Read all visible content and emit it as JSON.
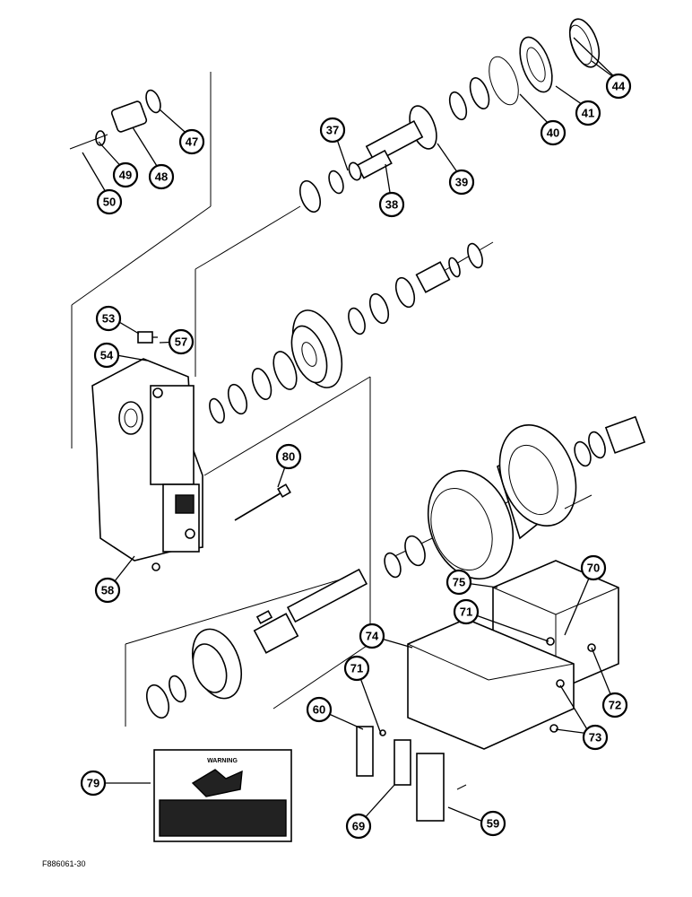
{
  "figure": {
    "code": "F886061-30"
  },
  "callouts": [
    {
      "id": "c44",
      "label": "44"
    },
    {
      "id": "c41",
      "label": "41"
    },
    {
      "id": "c40",
      "label": "40"
    },
    {
      "id": "c47",
      "label": "47"
    },
    {
      "id": "c48",
      "label": "48"
    },
    {
      "id": "c49",
      "label": "49"
    },
    {
      "id": "c50",
      "label": "50"
    },
    {
      "id": "c37",
      "label": "37"
    },
    {
      "id": "c38",
      "label": "38"
    },
    {
      "id": "c39",
      "label": "39"
    },
    {
      "id": "c53",
      "label": "53"
    },
    {
      "id": "c54",
      "label": "54"
    },
    {
      "id": "c57",
      "label": "57"
    },
    {
      "id": "c80",
      "label": "80"
    },
    {
      "id": "c58",
      "label": "58"
    },
    {
      "id": "c75",
      "label": "75"
    },
    {
      "id": "c70",
      "label": "70"
    },
    {
      "id": "c71a",
      "label": "71"
    },
    {
      "id": "c74",
      "label": "74"
    },
    {
      "id": "c72",
      "label": "72"
    },
    {
      "id": "c71b",
      "label": "71"
    },
    {
      "id": "c60",
      "label": "60"
    },
    {
      "id": "c73",
      "label": "73"
    },
    {
      "id": "c79",
      "label": "79"
    },
    {
      "id": "c69",
      "label": "69"
    },
    {
      "id": "c59",
      "label": "59"
    }
  ],
  "warning_decal": {
    "header": "WARNING"
  }
}
